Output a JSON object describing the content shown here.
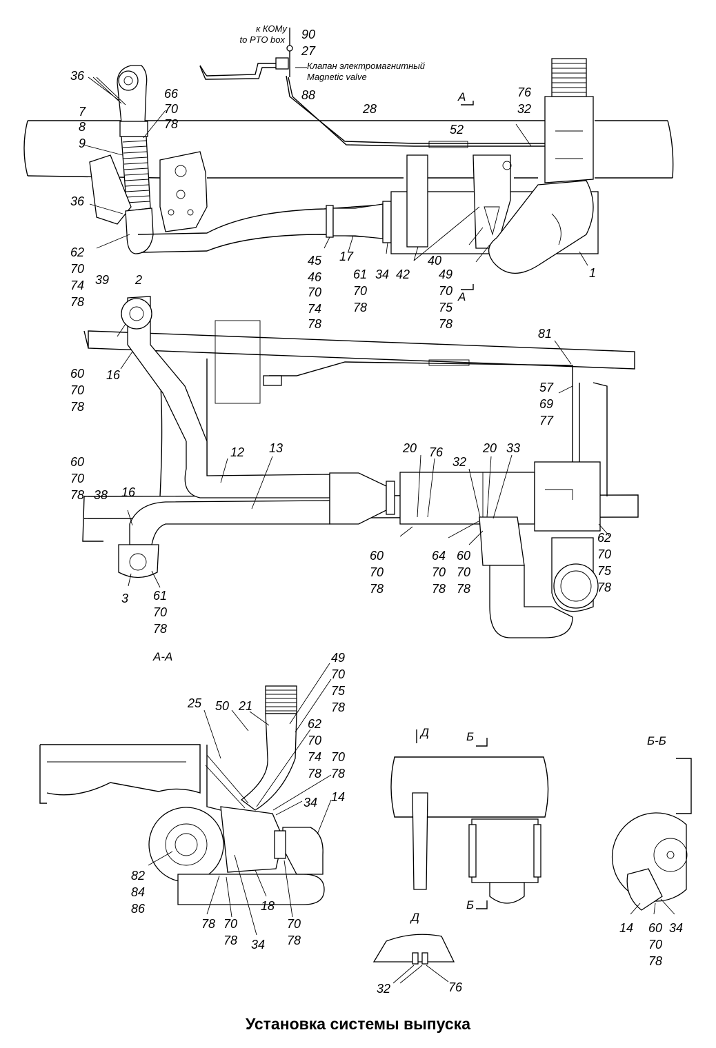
{
  "title": "Установка системы выпуска",
  "annotations": {
    "pto_ru": "к КОМу",
    "pto_en": "to PTO box",
    "valve_ru": "Клапан электромагнитный",
    "valve_en": "Magnetic valve"
  },
  "section_marks": {
    "aa": "А-А",
    "bb": "Б-Б",
    "d": "Д",
    "a": "А",
    "b": "Б"
  },
  "callouts": {
    "top": [
      {
        "id": "t1",
        "text": "90"
      },
      {
        "id": "t2",
        "text": "27"
      },
      {
        "id": "t3",
        "text": "88"
      },
      {
        "id": "t4",
        "text": "36"
      },
      {
        "id": "t5",
        "text": "66"
      },
      {
        "id": "t6",
        "text": "70"
      },
      {
        "id": "t7",
        "text": "78"
      },
      {
        "id": "t8",
        "text": "7"
      },
      {
        "id": "t9",
        "text": "8"
      },
      {
        "id": "t10",
        "text": "9"
      },
      {
        "id": "t11",
        "text": "36"
      },
      {
        "id": "t12",
        "text": "62"
      },
      {
        "id": "t13",
        "text": "70"
      },
      {
        "id": "t14",
        "text": "74"
      },
      {
        "id": "t15",
        "text": "78"
      },
      {
        "id": "t16",
        "text": "28"
      },
      {
        "id": "t17",
        "text": "52"
      },
      {
        "id": "t18",
        "text": "76"
      },
      {
        "id": "t19",
        "text": "32"
      },
      {
        "id": "t20",
        "text": "45"
      },
      {
        "id": "t21",
        "text": "46"
      },
      {
        "id": "t22",
        "text": "70"
      },
      {
        "id": "t23",
        "text": "74"
      },
      {
        "id": "t24",
        "text": "78"
      },
      {
        "id": "t25",
        "text": "17"
      },
      {
        "id": "t26",
        "text": "61"
      },
      {
        "id": "t27",
        "text": "70"
      },
      {
        "id": "t28",
        "text": "78"
      },
      {
        "id": "t29",
        "text": "34"
      },
      {
        "id": "t30",
        "text": "42"
      },
      {
        "id": "t31",
        "text": "40"
      },
      {
        "id": "t32",
        "text": "49"
      },
      {
        "id": "t33",
        "text": "70"
      },
      {
        "id": "t34",
        "text": "75"
      },
      {
        "id": "t35",
        "text": "78"
      },
      {
        "id": "t36",
        "text": "1"
      }
    ],
    "middle": [
      {
        "id": "m1",
        "text": "39"
      },
      {
        "id": "m2",
        "text": "2"
      },
      {
        "id": "m3",
        "text": "60"
      },
      {
        "id": "m4",
        "text": "70"
      },
      {
        "id": "m5",
        "text": "78"
      },
      {
        "id": "m6",
        "text": "16"
      },
      {
        "id": "m7",
        "text": "81"
      },
      {
        "id": "m8",
        "text": "57"
      },
      {
        "id": "m9",
        "text": "69"
      },
      {
        "id": "m10",
        "text": "77"
      },
      {
        "id": "m11",
        "text": "12"
      },
      {
        "id": "m12",
        "text": "13"
      },
      {
        "id": "m13",
        "text": "60"
      },
      {
        "id": "m14",
        "text": "70"
      },
      {
        "id": "m15",
        "text": "78"
      },
      {
        "id": "m16",
        "text": "38"
      },
      {
        "id": "m17",
        "text": "16"
      },
      {
        "id": "m18",
        "text": "20"
      },
      {
        "id": "m19",
        "text": "76"
      },
      {
        "id": "m20",
        "text": "32"
      },
      {
        "id": "m21",
        "text": "20"
      },
      {
        "id": "m22",
        "text": "33"
      },
      {
        "id": "m23",
        "text": "3"
      },
      {
        "id": "m24",
        "text": "61"
      },
      {
        "id": "m25",
        "text": "70"
      },
      {
        "id": "m26",
        "text": "78"
      },
      {
        "id": "m27",
        "text": "60"
      },
      {
        "id": "m28",
        "text": "70"
      },
      {
        "id": "m29",
        "text": "78"
      },
      {
        "id": "m30",
        "text": "64"
      },
      {
        "id": "m31",
        "text": "70"
      },
      {
        "id": "m32",
        "text": "78"
      },
      {
        "id": "m33",
        "text": "60"
      },
      {
        "id": "m34",
        "text": "70"
      },
      {
        "id": "m35",
        "text": "78"
      },
      {
        "id": "m36",
        "text": "62"
      },
      {
        "id": "m37",
        "text": "70"
      },
      {
        "id": "m38",
        "text": "75"
      },
      {
        "id": "m39",
        "text": "78"
      }
    ],
    "section_aa": [
      {
        "id": "s1",
        "text": "49"
      },
      {
        "id": "s2",
        "text": "70"
      },
      {
        "id": "s3",
        "text": "75"
      },
      {
        "id": "s4",
        "text": "78"
      },
      {
        "id": "s5",
        "text": "25"
      },
      {
        "id": "s6",
        "text": "50"
      },
      {
        "id": "s7",
        "text": "21"
      },
      {
        "id": "s8",
        "text": "62"
      },
      {
        "id": "s9",
        "text": "70"
      },
      {
        "id": "s10",
        "text": "74"
      },
      {
        "id": "s11",
        "text": "78"
      },
      {
        "id": "s12",
        "text": "70"
      },
      {
        "id": "s13",
        "text": "78"
      },
      {
        "id": "s14",
        "text": "34"
      },
      {
        "id": "s15",
        "text": "14"
      },
      {
        "id": "s16",
        "text": "82"
      },
      {
        "id": "s17",
        "text": "84"
      },
      {
        "id": "s18",
        "text": "86"
      },
      {
        "id": "s19",
        "text": "78"
      },
      {
        "id": "s20",
        "text": "70"
      },
      {
        "id": "s21",
        "text": "78"
      },
      {
        "id": "s22",
        "text": "34"
      },
      {
        "id": "s23",
        "text": "18"
      },
      {
        "id": "s24",
        "text": "70"
      },
      {
        "id": "s25",
        "text": "78"
      }
    ],
    "views_bd": [
      {
        "id": "v1",
        "text": "32"
      },
      {
        "id": "v2",
        "text": "76"
      },
      {
        "id": "v3",
        "text": "14"
      },
      {
        "id": "v4",
        "text": "60"
      },
      {
        "id": "v5",
        "text": "70"
      },
      {
        "id": "v6",
        "text": "78"
      },
      {
        "id": "v7",
        "text": "34"
      }
    ]
  }
}
